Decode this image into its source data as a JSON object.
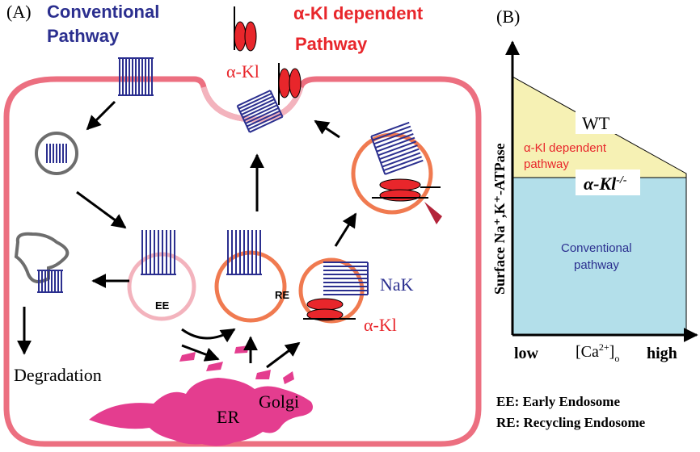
{
  "panelA": {
    "label": "(A)",
    "conventional_title": "Conventional\nPathway",
    "conventional_title_l1": "Conventional",
    "conventional_title_l2": "Pathway",
    "akl_title_l1": "α-Kl dependent",
    "akl_title_l2": "Pathway",
    "akl_label_top": "α-Kl",
    "akl_label_bottom": "α-Kl",
    "nak_label": "NaK",
    "ee_label": "EE",
    "re_label": "RE",
    "degradation_label": "Degradation",
    "er_label": "ER",
    "golgi_label": "Golgi"
  },
  "panelB": {
    "label": "(B)",
    "wt_label": "WT",
    "akl_pathway_l1": "α-Kl dependent",
    "akl_pathway_l2": "pathway",
    "knockout_label": "α-Kl",
    "knockout_sup": "-/-",
    "conventional_l1": "Conventional",
    "conventional_l2": "pathway",
    "y_axis_label": "Surface Na⁺,K⁺-ATPase",
    "x_low": "low",
    "x_mid": "[Ca",
    "x_mid_sup": "2+",
    "x_mid_end": "]",
    "x_mid_sub": "o",
    "x_high": "high"
  },
  "legend": {
    "ee": "EE: Early Endosome",
    "re": "RE: Recycling Endosome"
  },
  "colors": {
    "navy": "#2b2f8f",
    "red": "#e8262b",
    "pink_membrane": "#e8707d",
    "light_pink": "#f3b3bd",
    "magenta": "#e43d8f",
    "orange": "#f07a50",
    "yellow_region": "#f6f1b4",
    "blue_region": "#b3dfea",
    "gray": "#6d6d6d"
  }
}
